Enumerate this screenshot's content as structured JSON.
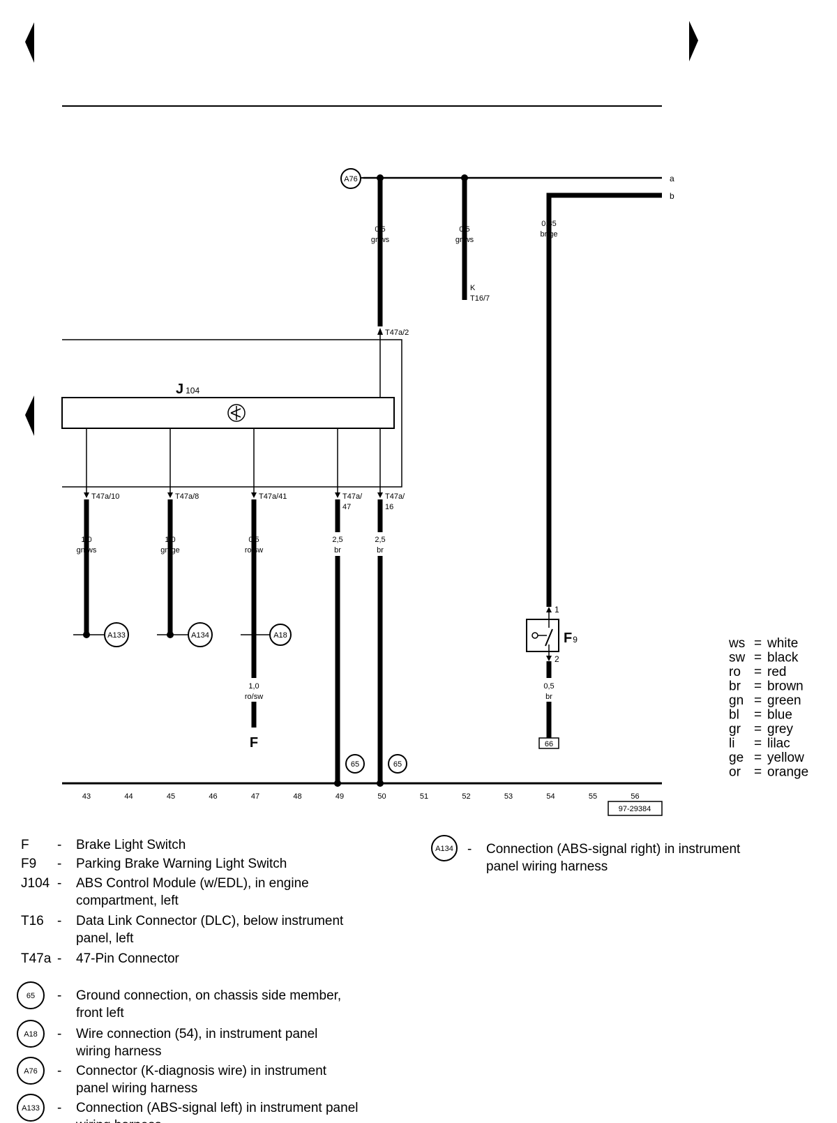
{
  "diagram_ref": "97-29384",
  "module": {
    "label": "J",
    "sub": "104"
  },
  "tracks": [
    "43",
    "44",
    "45",
    "46",
    "47",
    "48",
    "49",
    "50",
    "51",
    "52",
    "53",
    "54",
    "55",
    "56"
  ],
  "outputs": {
    "a": "a",
    "b": "b"
  },
  "connector_a76": "A76",
  "wires": {
    "w1": {
      "size": "0,5",
      "color": "gr/ws",
      "pin": "T47a/2"
    },
    "w2": {
      "size": "0,5",
      "color": "gr/ws",
      "end1": "K",
      "end2": "T16/7"
    },
    "w3": {
      "size": "0,35",
      "color": "br/ge"
    },
    "p10": {
      "pin": "T47a/10",
      "size": "1,0",
      "color": "gn/ws",
      "conn": "A133"
    },
    "p8": {
      "pin": "T47a/8",
      "size": "1,0",
      "color": "gn/ge",
      "conn": "A134"
    },
    "p41": {
      "pin": "T47a/41",
      "size": "0,5",
      "color": "ro/sw",
      "conn": "A18",
      "size2": "1,0",
      "color2": "ro/sw",
      "end": "F"
    },
    "p47": {
      "pin1": "T47a/",
      "pin2": "47",
      "size": "2,5",
      "color": "br",
      "ground": "65"
    },
    "p16": {
      "pin1": "T47a/",
      "pin2": "16",
      "size": "2,5",
      "color": "br",
      "ground": "65"
    },
    "f9": {
      "label": "F",
      "sub": "9",
      "pin1": "1",
      "pin2": "2",
      "size": "0,5",
      "color": "br",
      "ground": "66"
    }
  },
  "color_legend": [
    {
      "abbr": "ws",
      "name": "white"
    },
    {
      "abbr": "sw",
      "name": "black"
    },
    {
      "abbr": "ro",
      "name": "red"
    },
    {
      "abbr": "br",
      "name": "brown"
    },
    {
      "abbr": "gn",
      "name": "green"
    },
    {
      "abbr": "bl",
      "name": "blue"
    },
    {
      "abbr": "gr",
      "name": "grey"
    },
    {
      "abbr": "li",
      "name": "lilac"
    },
    {
      "abbr": "ge",
      "name": "yellow"
    },
    {
      "abbr": "or",
      "name": "orange"
    }
  ],
  "components": [
    {
      "code": "F",
      "dash": "-",
      "line1": "Brake Light Switch",
      "line2": ""
    },
    {
      "code": "F9",
      "dash": "-",
      "line1": "Parking Brake Warning Light Switch",
      "line2": ""
    },
    {
      "code": "J104",
      "dash": "-",
      "line1": "ABS Control Module (w/EDL), in engine",
      "line2": "compartment, left"
    },
    {
      "code": "T16",
      "dash": "-",
      "line1": "Data Link Connector (DLC), below instrument",
      "line2": "panel, left"
    },
    {
      "code": "T47a",
      "dash": "-",
      "line1": "47-Pin Connector",
      "line2": ""
    }
  ],
  "symbols": [
    {
      "code": "65",
      "dash": "-",
      "line1": "Ground connection, on chassis side member,",
      "line2": "front left"
    },
    {
      "code": "A18",
      "dash": "-",
      "line1": "Wire connection (54), in instrument panel",
      "line2": "wiring harness"
    },
    {
      "code": "A76",
      "dash": "-",
      "line1": "Connector (K-diagnosis wire) in instrument",
      "line2": "panel wiring harness"
    },
    {
      "code": "A133",
      "dash": "-",
      "line1": "Connection (ABS-signal left) in instrument panel",
      "line2": "wiring harness"
    }
  ],
  "symbol_right": {
    "code": "A134",
    "dash": "-",
    "line1": "Connection (ABS-signal right) in instrument",
    "line2": "panel wiring harness"
  }
}
